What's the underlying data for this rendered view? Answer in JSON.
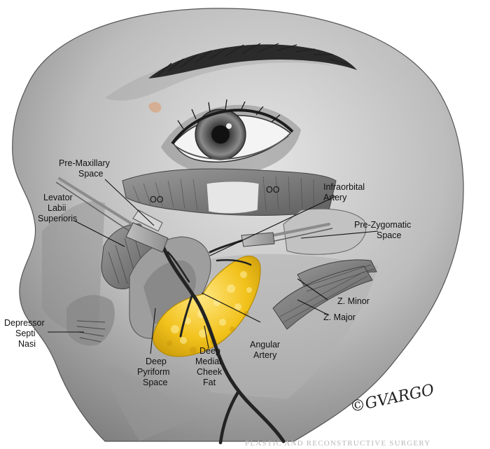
{
  "labels": {
    "pre_maxillary_line1": "Pre-Maxillary",
    "pre_maxillary_line2": "Space",
    "levator_line1": "Levator",
    "levator_line2": "Labii",
    "levator_line3": "Superioris",
    "oo_left": "OO",
    "oo_right": "OO",
    "infraorbital_line1": "Infraorbital",
    "infraorbital_line2": "Artery",
    "pre_zygomatic_line1": "Pre-Zygomatic",
    "pre_zygomatic_line2": "Space",
    "z_minor": "Z. Minor",
    "z_major": "Z. Major",
    "depressor_line1": "Depressor",
    "depressor_line2": "Septi",
    "depressor_line3": "Nasi",
    "deep_pyriform_line1": "Deep",
    "deep_pyriform_line2": "Pyriform",
    "deep_pyriform_line3": "Space",
    "deep_medial_line1": "Deep",
    "deep_medial_line2": "Medial",
    "deep_medial_line3": "Cheek",
    "deep_medial_line4": "Fat",
    "angular_line1": "Angular",
    "angular_line2": "Artery"
  },
  "signature": "©GVARGO",
  "journal_watermark": "PLASTIC AND RECONSTRUCTIVE SURGERY",
  "colors": {
    "fat": "#f2c21c",
    "fat_dark": "#c99a0a",
    "skin_light": "#d6d6d6",
    "skin_mid": "#a9a9a9",
    "skin_dark": "#6f6f6f",
    "artery": "#2a2a2a"
  }
}
